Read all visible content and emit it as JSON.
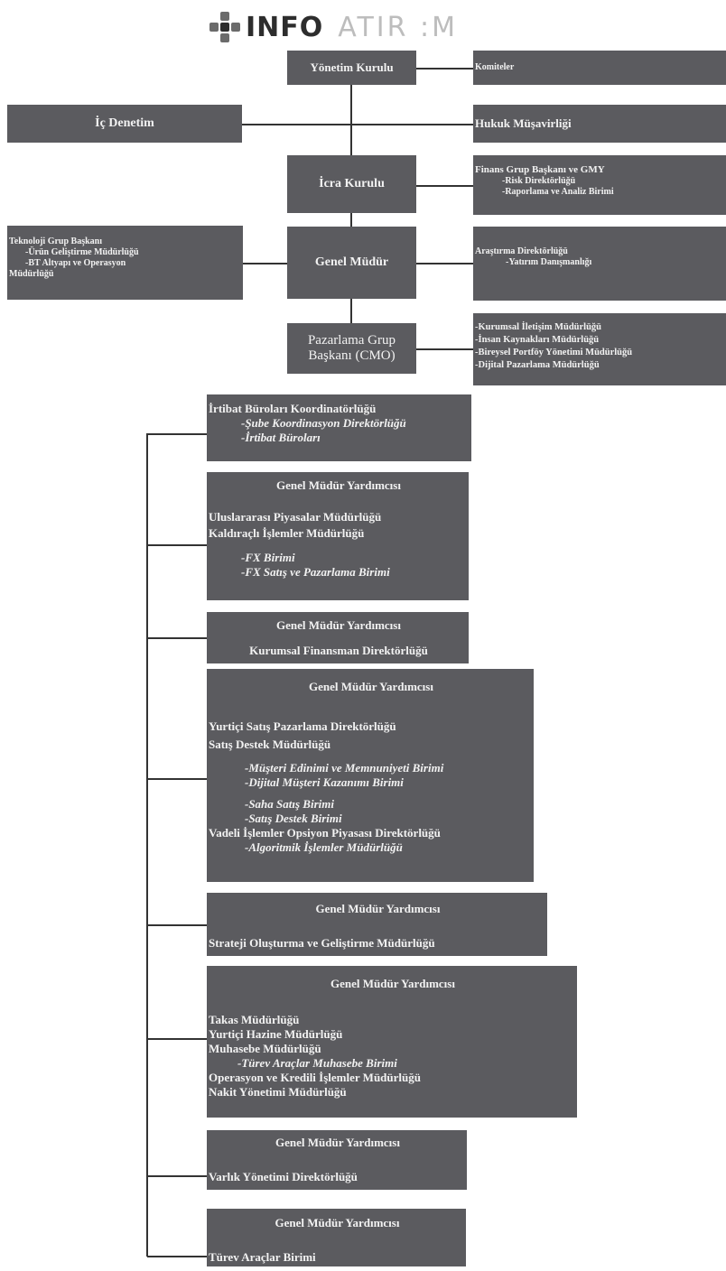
{
  "logo": {
    "part1": "INFO",
    "part2": "ATIR :M"
  },
  "boxes": {
    "yonetim_kurulu": "Yönetim Kurulu",
    "komiteler": "Komiteler",
    "ic_denetim": "İç Denetim",
    "hukuk": "Hukuk Müşavirliği",
    "icra_kurulu": "İcra Kurulu",
    "finans": [
      "Finans Grup Başkanı ve GMY",
      "-Risk Direktörlüğü",
      "-Raporlama ve Analiz Birimi"
    ],
    "genel_mudur": "Genel Müdür",
    "teknoloji": [
      "Teknoloji Grup Başkanı",
      "-Ürün Geliştirme Müdürlüğü",
      "-BT Altyapı ve Operasyon",
      "Müdürlüğü"
    ],
    "arastirma": [
      "Araştırma Direktörlüğü",
      "-Yatırım Danışmanlığı"
    ],
    "pazarlama": [
      "Pazarlama Grup",
      "Başkanı (CMO)"
    ],
    "pazarlama_units": [
      "-Kurumsal İletişim Müdürlüğü",
      "-İnsan Kaynakları Müdürlüğü",
      "-Bireysel Portföy Yönetimi Müdürlüğü",
      "-Dijital Pazarlama Müdürlüğü"
    ],
    "irtibat": [
      "İrtibat Büroları Koordinatörlüğü",
      "-Şube Koordinasyon Direktörlüğü",
      "-İrtibat Büroları"
    ],
    "gmy1": [
      "Genel Müdür Yardımcısı",
      "Uluslararası Piyasalar Müdürlüğü",
      "Kaldıraçlı İşlemler Müdürlüğü",
      "-FX Birimi",
      "-FX Satış ve Pazarlama Birimi"
    ],
    "gmy2": [
      "Genel Müdür Yardımcısı",
      "Kurumsal Finansman Direktörlüğü"
    ],
    "gmy3": [
      "Genel Müdür Yardımcısı",
      "Yurtiçi Satış Pazarlama Direktörlüğü",
      "Satış Destek Müdürlüğü",
      "-Müşteri Edinimi ve Memnuniyeti Birimi",
      "-Dijital Müşteri Kazanımı Birimi",
      "-Saha Satış Birimi",
      "-Satış Destek Birimi",
      "Vadeli İşlemler Opsiyon Piyasası Direktörlüğü",
      "-Algoritmik İşlemler Müdürlüğü"
    ],
    "gmy4": [
      "Genel Müdür Yardımcısı",
      "Strateji Oluşturma ve Geliştirme Müdürlüğü"
    ],
    "gmy5": [
      "Genel Müdür Yardımcısı",
      "Takas Müdürlüğü",
      "Yurtiçi Hazine Müdürlüğü",
      "Muhasebe Müdürlüğü",
      "-Türev Araçlar Muhasebe Birimi",
      "Operasyon ve Kredili İşlemler Müdürlüğü",
      "Nakit Yönetimi Müdürlüğü"
    ],
    "gmy6": [
      "Genel Müdür Yardımcısı",
      "Varlık Yönetimi Direktörlüğü"
    ],
    "gmy7": [
      "Genel Müdür Yardımcısı",
      "Türev Araçlar Birimi"
    ]
  }
}
